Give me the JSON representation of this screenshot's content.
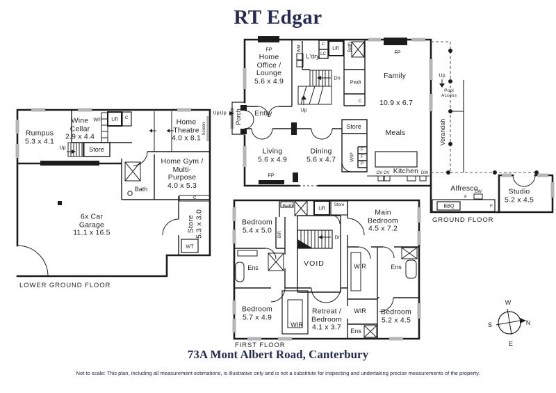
{
  "title": "RT Edgar",
  "address": "73A Mont Albert Road, Canterbury",
  "disclaimer": "Not to scale: This plan, including all measurement estimations, is illustrative only and is not a substitute for inspecting and undertaking precise measurements of the property.",
  "compass": {
    "n": "N",
    "s": "S",
    "e": "E",
    "w": "W"
  },
  "markers": {
    "fp": "FP",
    "c": "C",
    "lc": "LC",
    "wm": "WM",
    "up": "Up",
    "dn": "Dn",
    "f": "F",
    "p": "P",
    "dw": "DW",
    "ov": "OV OV",
    "wt": "WT",
    "wf": "WF",
    "bbq": "BBQ",
    "screen": "Screen",
    "bir": "BIR",
    "wir": "WIR",
    "ens": "Ens",
    "bath": "Bath",
    "lift": "Lift",
    "store": "Store",
    "void": "VOID"
  },
  "floors": {
    "lower_ground": {
      "label": "LOWER GROUND FLOOR",
      "rooms": {
        "rumpus": {
          "name": "Rumpus",
          "dims": "5.3 x 4.1"
        },
        "wine_cellar": {
          "name": "Wine Cellar",
          "dims": "2.9 x 4.4"
        },
        "home_theatre": {
          "name": "Home Theatre",
          "dims": "4.0 x 8.1"
        },
        "home_gym": {
          "name": "Home Gym / Multi- Purpose",
          "dims": "4.0 x 5.3"
        },
        "garage": {
          "name": "6x Car Garage",
          "dims": "11.1 x 16.5"
        },
        "store": {
          "name": "Store",
          "dims": "5.3 x 3.0"
        }
      }
    },
    "ground": {
      "label": "GROUND FLOOR",
      "rooms": {
        "home_office": {
          "name": "Home Office / Lounge",
          "dims": "5.6 x 4.9"
        },
        "ldry": {
          "name": "L'dry"
        },
        "entry": {
          "name": "Entry"
        },
        "porch": {
          "name": "Porch"
        },
        "pwdr": {
          "name": "Pwdr"
        },
        "living": {
          "name": "Living",
          "dims": "5.6 x 4.9"
        },
        "dining": {
          "name": "Dining",
          "dims": "5.6 x 4.7"
        },
        "family": {
          "name": "Family",
          "dims": "10.9 x 6.7"
        },
        "meals": {
          "name": "Meals"
        },
        "kitchen": {
          "name": "Kitchen"
        },
        "wip": {
          "name": "WIP"
        },
        "verandah": {
          "name": "Verandah"
        },
        "pool_access": {
          "name": "Pool Access"
        },
        "alfresco": {
          "name": "Alfresco"
        },
        "studio": {
          "name": "Studio",
          "dims": "5.2 x 4.5"
        }
      }
    },
    "first": {
      "label": "FIRST FLOOR",
      "rooms": {
        "bedroom1": {
          "name": "Bedroom",
          "dims": "5.4 x 5.0"
        },
        "main_bedroom": {
          "name": "Main Bedroom",
          "dims": "4.5 x 7.2"
        },
        "bedroom2": {
          "name": "Bedroom",
          "dims": "5.7 x 4.9"
        },
        "retreat": {
          "name": "Retreat / Bedroom",
          "dims": "4.1 x 3.7"
        },
        "bedroom3": {
          "name": "Bedroom",
          "dims": "5.2 x 4.5"
        }
      }
    }
  }
}
